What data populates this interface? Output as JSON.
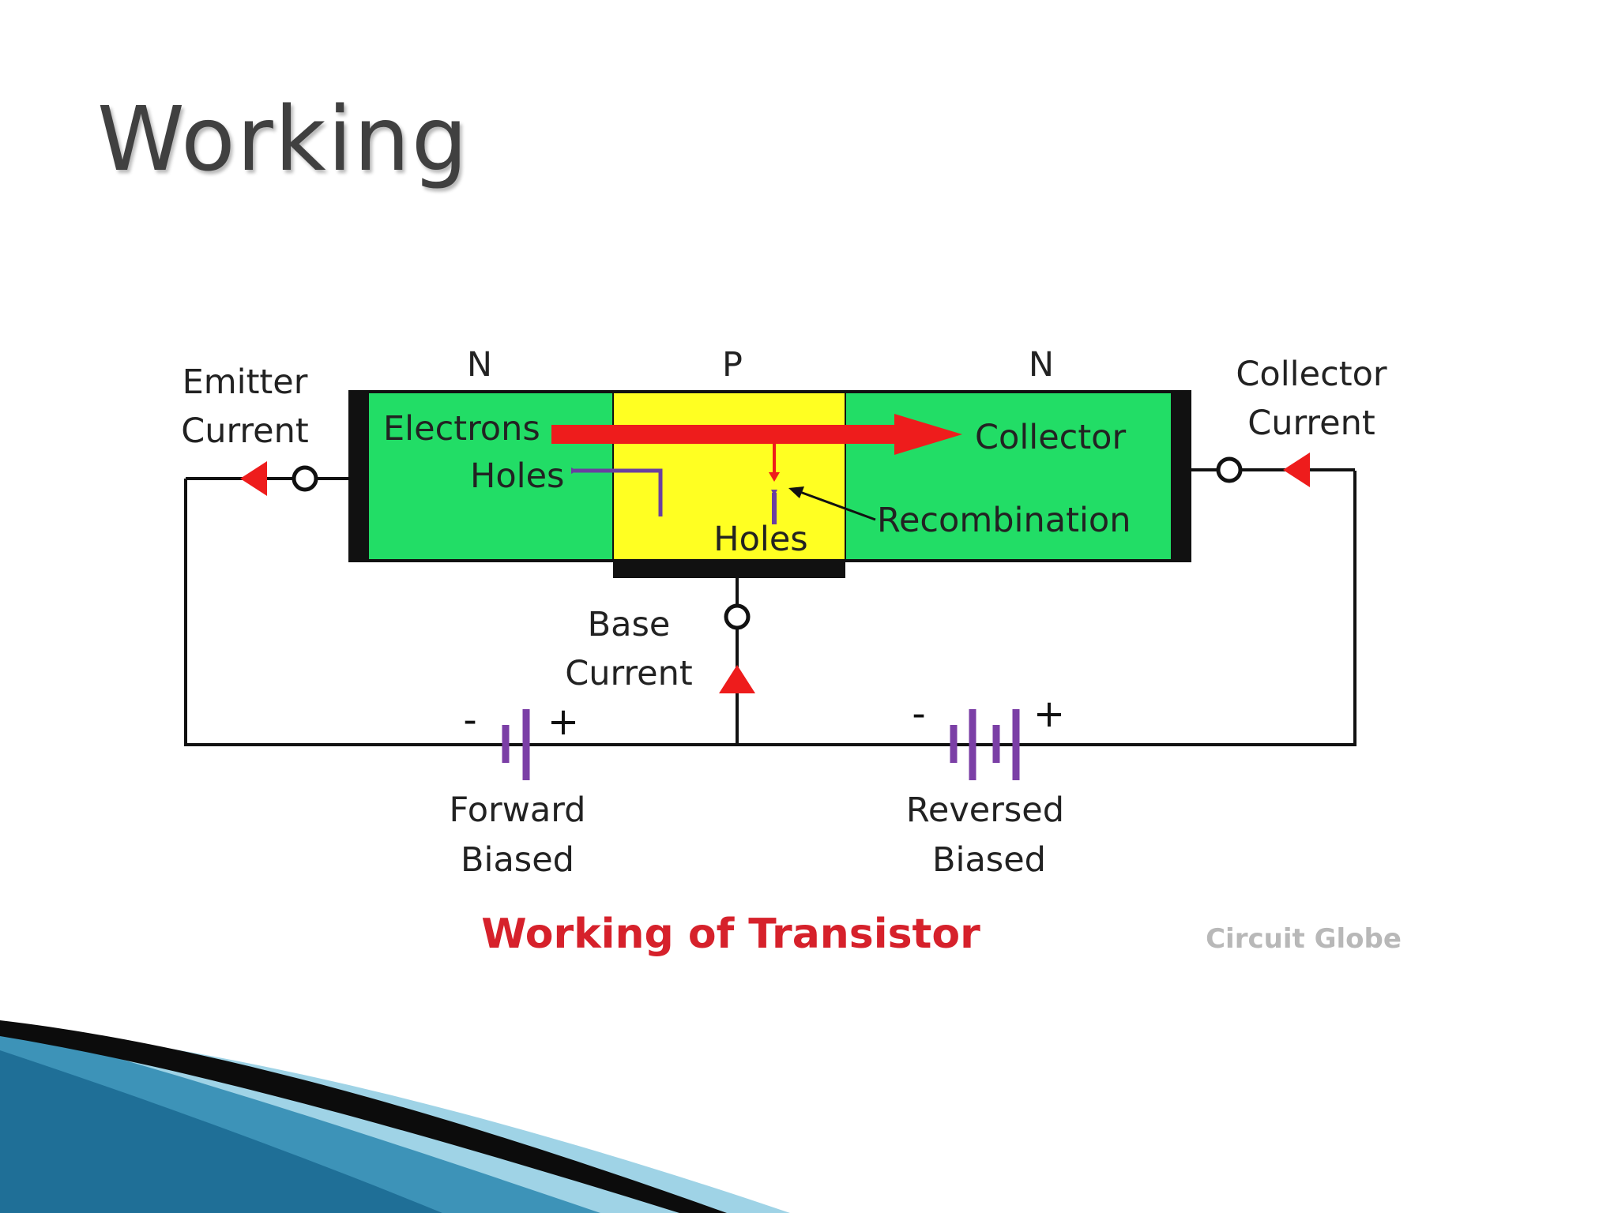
{
  "slide": {
    "title": "Working"
  },
  "diagram": {
    "regions": {
      "emitter_type": "N",
      "base_type": "P",
      "collector_type": "N"
    },
    "labels": {
      "emitter_current_1": "Emitter",
      "emitter_current_2": "Current",
      "collector_current_1": "Collector",
      "collector_current_2": "Current",
      "electrons": "Electrons",
      "holes_left": "Holes",
      "collector": "Collector",
      "recombination": "Recombination",
      "holes_center": "Holes",
      "base_current_1": "Base",
      "base_current_2": "Current",
      "forward_1": "Forward",
      "forward_2": "Biased",
      "reversed_1": "Reversed",
      "reversed_2": "Biased",
      "minus": "-",
      "plus": "+"
    },
    "caption": "Working of Transistor",
    "watermark": "Circuit Globe",
    "colors": {
      "n_region": "#22dd66",
      "p_region": "#ffff22",
      "electron_arrow": "#ee1c1c",
      "hole_arrow": "#6a3fa0",
      "battery": "#7b3fa6",
      "caption": "#d6212b",
      "wire": "#111111"
    }
  }
}
